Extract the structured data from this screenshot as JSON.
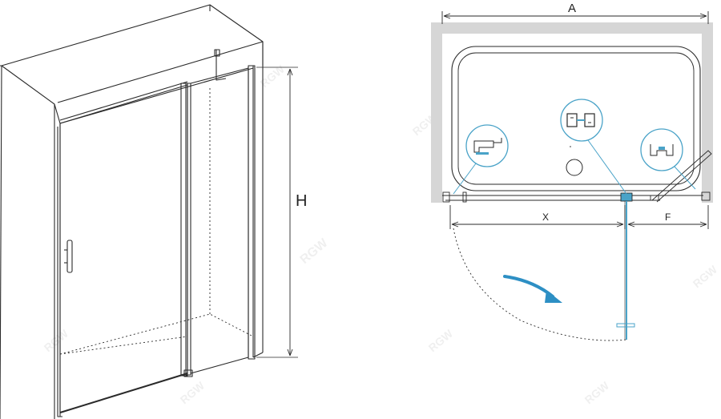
{
  "diagram": {
    "labels": {
      "height": "H",
      "width": "A",
      "door": "X",
      "fixed": "F"
    },
    "watermark": "RGW",
    "colors": {
      "line": "#2a2a2a",
      "wall": "#d6d6d6",
      "glass": "#4aa3c8",
      "arrow": "#2d8fc4",
      "swing": "#7fb6d6"
    }
  }
}
